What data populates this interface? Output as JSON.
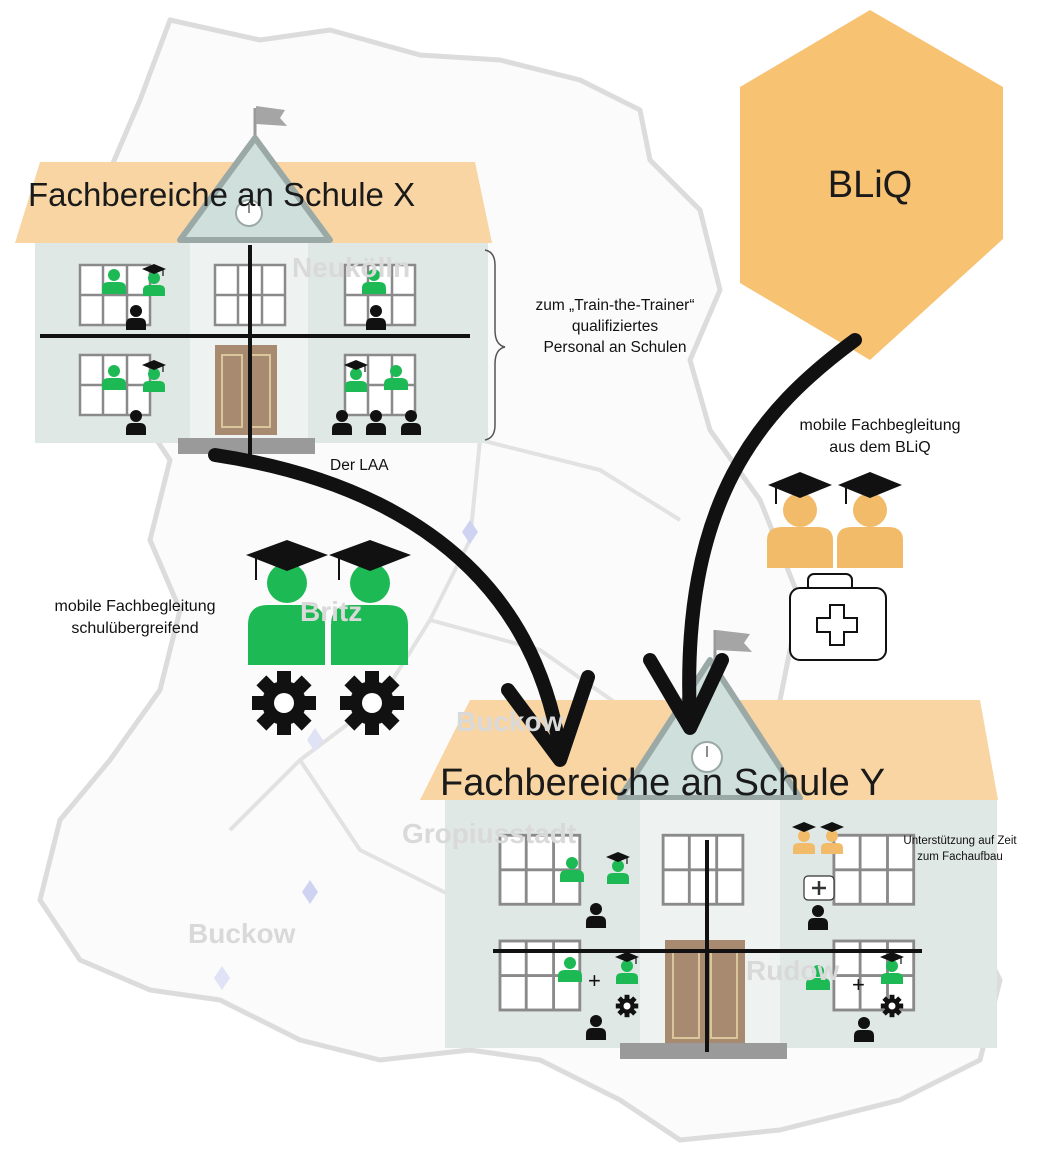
{
  "district_map": {
    "labels": [
      "Neukölln",
      "Britz",
      "Buckow",
      "Gropiusstadt",
      "Buckow",
      "Rudow"
    ]
  },
  "school_x": {
    "title": "Fachbereiche an Schule X",
    "bracket_label_line1": "zum „Train-the-Trainer“",
    "bracket_label_line2": "qualifiziertes",
    "bracket_label_line3": "Personal an Schulen",
    "laa_label": "Der LAA"
  },
  "bliq": {
    "name": "BLiQ",
    "color": "#f7c272",
    "mobile_label_line1": "mobile Fachbegleitung",
    "mobile_label_line2": "aus dem BLiQ"
  },
  "cross_school": {
    "label_line1": "mobile Fachbegleitung",
    "label_line2": "schulübergreifend"
  },
  "school_y": {
    "title": "Fachbereiche an Schule Y",
    "support_line1": "Unterstützung auf Zeit",
    "support_line2": "zum Fachaufbau"
  },
  "colors": {
    "green": "#1db954",
    "orange": "#f2bb6a",
    "roof": "#f8d5a3",
    "wall": "#dfe8e4"
  },
  "icons": [
    "person-icon",
    "graduate-icon",
    "gear-icon",
    "first-aid-kit-icon",
    "flag-icon",
    "clock-icon"
  ]
}
